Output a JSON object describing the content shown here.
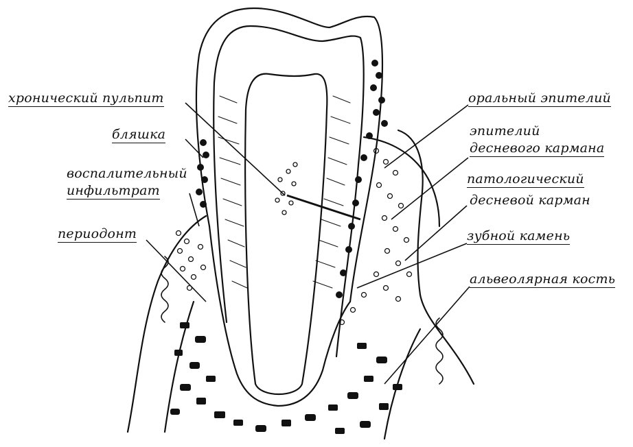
{
  "labels": {
    "chronic_pulpitis": "хронический пульпит",
    "plaque": "бляшка",
    "inflammatory_infiltrate_1": "воспалительный",
    "inflammatory_infiltrate_2": "инфильтрат",
    "periodontium": "периодонт",
    "oral_epithelium": "оральный эпителий",
    "pocket_epithelium_1": "эпителий",
    "pocket_epithelium_2": "десневого кармана",
    "pathological_pocket_1": "патологический",
    "pathological_pocket_2": "десневой карман",
    "calculus": "зубной камень",
    "alveolar_bone": "альвеолярная кость"
  }
}
